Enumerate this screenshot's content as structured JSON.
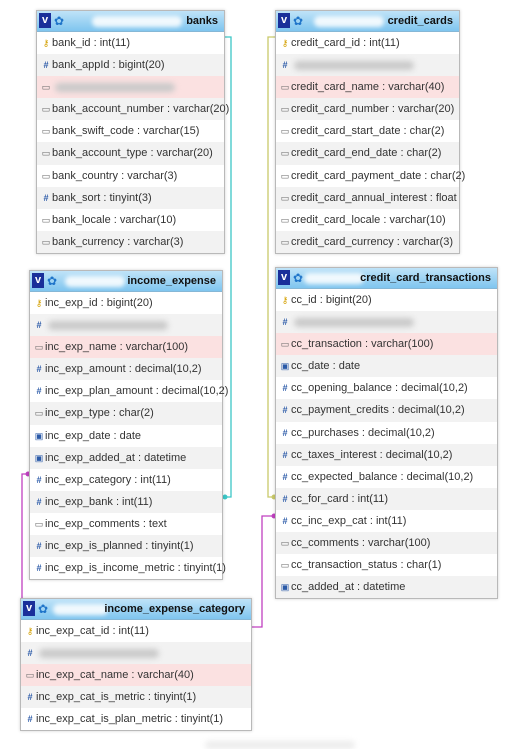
{
  "tables": {
    "banks": {
      "name": "banks",
      "rows": [
        {
          "icon": "key",
          "label": "bank_id : int(11)"
        },
        {
          "icon": "hash",
          "label": "bank_appId : bigint(20)"
        },
        {
          "icon": "text",
          "label": "",
          "redacted": true
        },
        {
          "icon": "text",
          "label": "bank_account_number : varchar(20)"
        },
        {
          "icon": "text",
          "label": "bank_swift_code : varchar(15)"
        },
        {
          "icon": "text",
          "label": "bank_account_type : varchar(20)"
        },
        {
          "icon": "text",
          "label": "bank_country : varchar(3)"
        },
        {
          "icon": "hash",
          "label": "bank_sort : tinyint(3)"
        },
        {
          "icon": "text",
          "label": "bank_locale : varchar(10)"
        },
        {
          "icon": "text",
          "label": "bank_currency : varchar(3)"
        }
      ]
    },
    "credit_cards": {
      "name": "credit_cards",
      "rows": [
        {
          "icon": "key",
          "label": "credit_card_id : int(11)"
        },
        {
          "icon": "hash",
          "label": "",
          "redacted": true
        },
        {
          "icon": "text",
          "label": "credit_card_name : varchar(40)"
        },
        {
          "icon": "text",
          "label": "credit_card_number : varchar(20)"
        },
        {
          "icon": "text",
          "label": "credit_card_start_date : char(2)"
        },
        {
          "icon": "text",
          "label": "credit_card_end_date : char(2)"
        },
        {
          "icon": "text",
          "label": "credit_card_payment_date : char(2)"
        },
        {
          "icon": "text",
          "label": "credit_card_annual_interest : float"
        },
        {
          "icon": "text",
          "label": "credit_card_locale : varchar(10)"
        },
        {
          "icon": "text",
          "label": "credit_card_currency : varchar(3)"
        }
      ]
    },
    "income_expense": {
      "name": "income_expense",
      "rows": [
        {
          "icon": "key",
          "label": "inc_exp_id : bigint(20)"
        },
        {
          "icon": "hash",
          "label": "",
          "redacted": true
        },
        {
          "icon": "text",
          "label": "inc_exp_name : varchar(100)"
        },
        {
          "icon": "hash",
          "label": "inc_exp_amount : decimal(10,2)"
        },
        {
          "icon": "hash",
          "label": "inc_exp_plan_amount : decimal(10,2)"
        },
        {
          "icon": "text",
          "label": "inc_exp_type : char(2)"
        },
        {
          "icon": "cal",
          "label": "inc_exp_date : date"
        },
        {
          "icon": "cal",
          "label": "inc_exp_added_at : datetime"
        },
        {
          "icon": "hash",
          "label": "inc_exp_category : int(11)"
        },
        {
          "icon": "hash",
          "label": "inc_exp_bank : int(11)"
        },
        {
          "icon": "text",
          "label": "inc_exp_comments : text"
        },
        {
          "icon": "hash",
          "label": "inc_exp_is_planned : tinyint(1)"
        },
        {
          "icon": "hash",
          "label": "inc_exp_is_income_metric : tinyint(1)"
        }
      ]
    },
    "credit_card_transactions": {
      "name": "credit_card_transactions",
      "rows": [
        {
          "icon": "key",
          "label": "cc_id : bigint(20)"
        },
        {
          "icon": "hash",
          "label": "",
          "redacted": true
        },
        {
          "icon": "text",
          "label": "cc_transaction : varchar(100)"
        },
        {
          "icon": "cal",
          "label": "cc_date : date"
        },
        {
          "icon": "hash",
          "label": "cc_opening_balance : decimal(10,2)"
        },
        {
          "icon": "hash",
          "label": "cc_payment_credits : decimal(10,2)"
        },
        {
          "icon": "hash",
          "label": "cc_purchases : decimal(10,2)"
        },
        {
          "icon": "hash",
          "label": "cc_taxes_interest : decimal(10,2)"
        },
        {
          "icon": "hash",
          "label": "cc_expected_balance : decimal(10,2)"
        },
        {
          "icon": "hash",
          "label": "cc_for_card : int(11)"
        },
        {
          "icon": "hash",
          "label": "cc_inc_exp_cat : int(11)"
        },
        {
          "icon": "text",
          "label": "cc_comments : varchar(100)"
        },
        {
          "icon": "text",
          "label": "cc_transaction_status : char(1)"
        },
        {
          "icon": "cal",
          "label": "cc_added_at : datetime"
        }
      ]
    },
    "income_expense_category": {
      "name": "income_expense_category",
      "rows": [
        {
          "icon": "key",
          "label": "inc_exp_cat_id : int(11)"
        },
        {
          "icon": "hash",
          "label": "",
          "redacted": true
        },
        {
          "icon": "text",
          "label": "inc_exp_cat_name : varchar(40)"
        },
        {
          "icon": "hash",
          "label": "inc_exp_cat_is_metric : tinyint(1)"
        },
        {
          "icon": "hash",
          "label": "inc_exp_cat_is_plan_metric : tinyint(1)"
        }
      ]
    }
  },
  "header": {
    "toggle_label": "v",
    "options_icon": "gear-icon"
  },
  "colors": {
    "link_bank": "#3cc6c6",
    "link_card": "#c9c96a",
    "link_category": "#c040c0",
    "header_top": "#bfe3f8",
    "header_bottom": "#7fc5ef",
    "name_row": "#fbe1e1"
  }
}
